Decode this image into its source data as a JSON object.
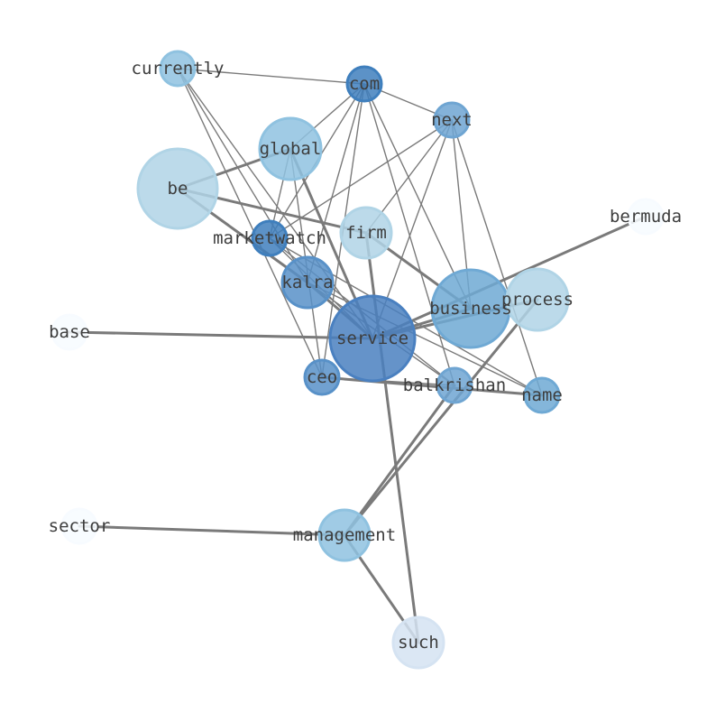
{
  "graph": {
    "nodes": [
      {
        "id": "currently",
        "label": "currently",
        "color": "#8fc2e0"
      },
      {
        "id": "com",
        "label": "com",
        "color": "#3f7fbd"
      },
      {
        "id": "next",
        "label": "next",
        "color": "#6fa5d2"
      },
      {
        "id": "global",
        "label": "global",
        "color": "#8fc2e0"
      },
      {
        "id": "be",
        "label": "be",
        "color": "#b0d4e6"
      },
      {
        "id": "bermuda",
        "label": "bermuda",
        "color": "#f7fbff"
      },
      {
        "id": "marketwatch",
        "label": "marketwatch",
        "color": "#3f7fbd"
      },
      {
        "id": "firm",
        "label": "firm",
        "color": "#b0d4e6"
      },
      {
        "id": "kalra",
        "label": "kalra",
        "color": "#5891c8"
      },
      {
        "id": "business",
        "label": "business",
        "color": "#6fa9d4"
      },
      {
        "id": "process",
        "label": "process",
        "color": "#b0d4e6"
      },
      {
        "id": "base",
        "label": "base",
        "color": "#f7fbff"
      },
      {
        "id": "service",
        "label": "service",
        "color": "#4a80c0"
      },
      {
        "id": "ceo",
        "label": "ceo",
        "color": "#5891c8"
      },
      {
        "id": "balkrishan",
        "label": "balkrishan",
        "color": "#6fa5d2"
      },
      {
        "id": "name",
        "label": "name",
        "color": "#6fa9d4"
      },
      {
        "id": "sector",
        "label": "sector",
        "color": "#f7fbff"
      },
      {
        "id": "management",
        "label": "management",
        "color": "#8fc2e0"
      },
      {
        "id": "such",
        "label": "such",
        "color": "#d5e3f2"
      }
    ],
    "edges": [
      {
        "source": "currently",
        "target": "com",
        "weight": 1
      },
      {
        "source": "currently",
        "target": "kalra",
        "weight": 1
      },
      {
        "source": "currently",
        "target": "ceo",
        "weight": 1
      },
      {
        "source": "currently",
        "target": "service",
        "weight": 1
      },
      {
        "source": "com",
        "target": "next",
        "weight": 1
      },
      {
        "source": "com",
        "target": "marketwatch",
        "weight": 1
      },
      {
        "source": "com",
        "target": "kalra",
        "weight": 1
      },
      {
        "source": "com",
        "target": "ceo",
        "weight": 1
      },
      {
        "source": "com",
        "target": "balkrishan",
        "weight": 1
      },
      {
        "source": "com",
        "target": "business",
        "weight": 1
      },
      {
        "source": "com",
        "target": "global",
        "weight": 1
      },
      {
        "source": "next",
        "target": "marketwatch",
        "weight": 1
      },
      {
        "source": "next",
        "target": "firm",
        "weight": 1
      },
      {
        "source": "next",
        "target": "business",
        "weight": 1
      },
      {
        "source": "next",
        "target": "name",
        "weight": 1
      },
      {
        "source": "next",
        "target": "service",
        "weight": 1
      },
      {
        "source": "global",
        "target": "be",
        "weight": 2
      },
      {
        "source": "global",
        "target": "marketwatch",
        "weight": 1
      },
      {
        "source": "global",
        "target": "ceo",
        "weight": 1
      },
      {
        "source": "global",
        "target": "service",
        "weight": 2
      },
      {
        "source": "be",
        "target": "firm",
        "weight": 2
      },
      {
        "source": "be",
        "target": "kalra",
        "weight": 2
      },
      {
        "source": "bermuda",
        "target": "service",
        "weight": 2
      },
      {
        "source": "marketwatch",
        "target": "name",
        "weight": 1
      },
      {
        "source": "marketwatch",
        "target": "balkrishan",
        "weight": 1
      },
      {
        "source": "marketwatch",
        "target": "service",
        "weight": 1
      },
      {
        "source": "firm",
        "target": "business",
        "weight": 2
      },
      {
        "source": "firm",
        "target": "such",
        "weight": 2
      },
      {
        "source": "kalra",
        "target": "service",
        "weight": 2
      },
      {
        "source": "kalra",
        "target": "name",
        "weight": 1
      },
      {
        "source": "kalra",
        "target": "balkrishan",
        "weight": 1
      },
      {
        "source": "business",
        "target": "service",
        "weight": 2
      },
      {
        "source": "process",
        "target": "service",
        "weight": 2
      },
      {
        "source": "process",
        "target": "management",
        "weight": 2
      },
      {
        "source": "base",
        "target": "service",
        "weight": 2
      },
      {
        "source": "ceo",
        "target": "balkrishan",
        "weight": 1
      },
      {
        "source": "ceo",
        "target": "name",
        "weight": 2
      },
      {
        "source": "balkrishan",
        "target": "management",
        "weight": 2
      },
      {
        "source": "sector",
        "target": "management",
        "weight": 2
      },
      {
        "source": "management",
        "target": "such",
        "weight": 2
      }
    ]
  }
}
